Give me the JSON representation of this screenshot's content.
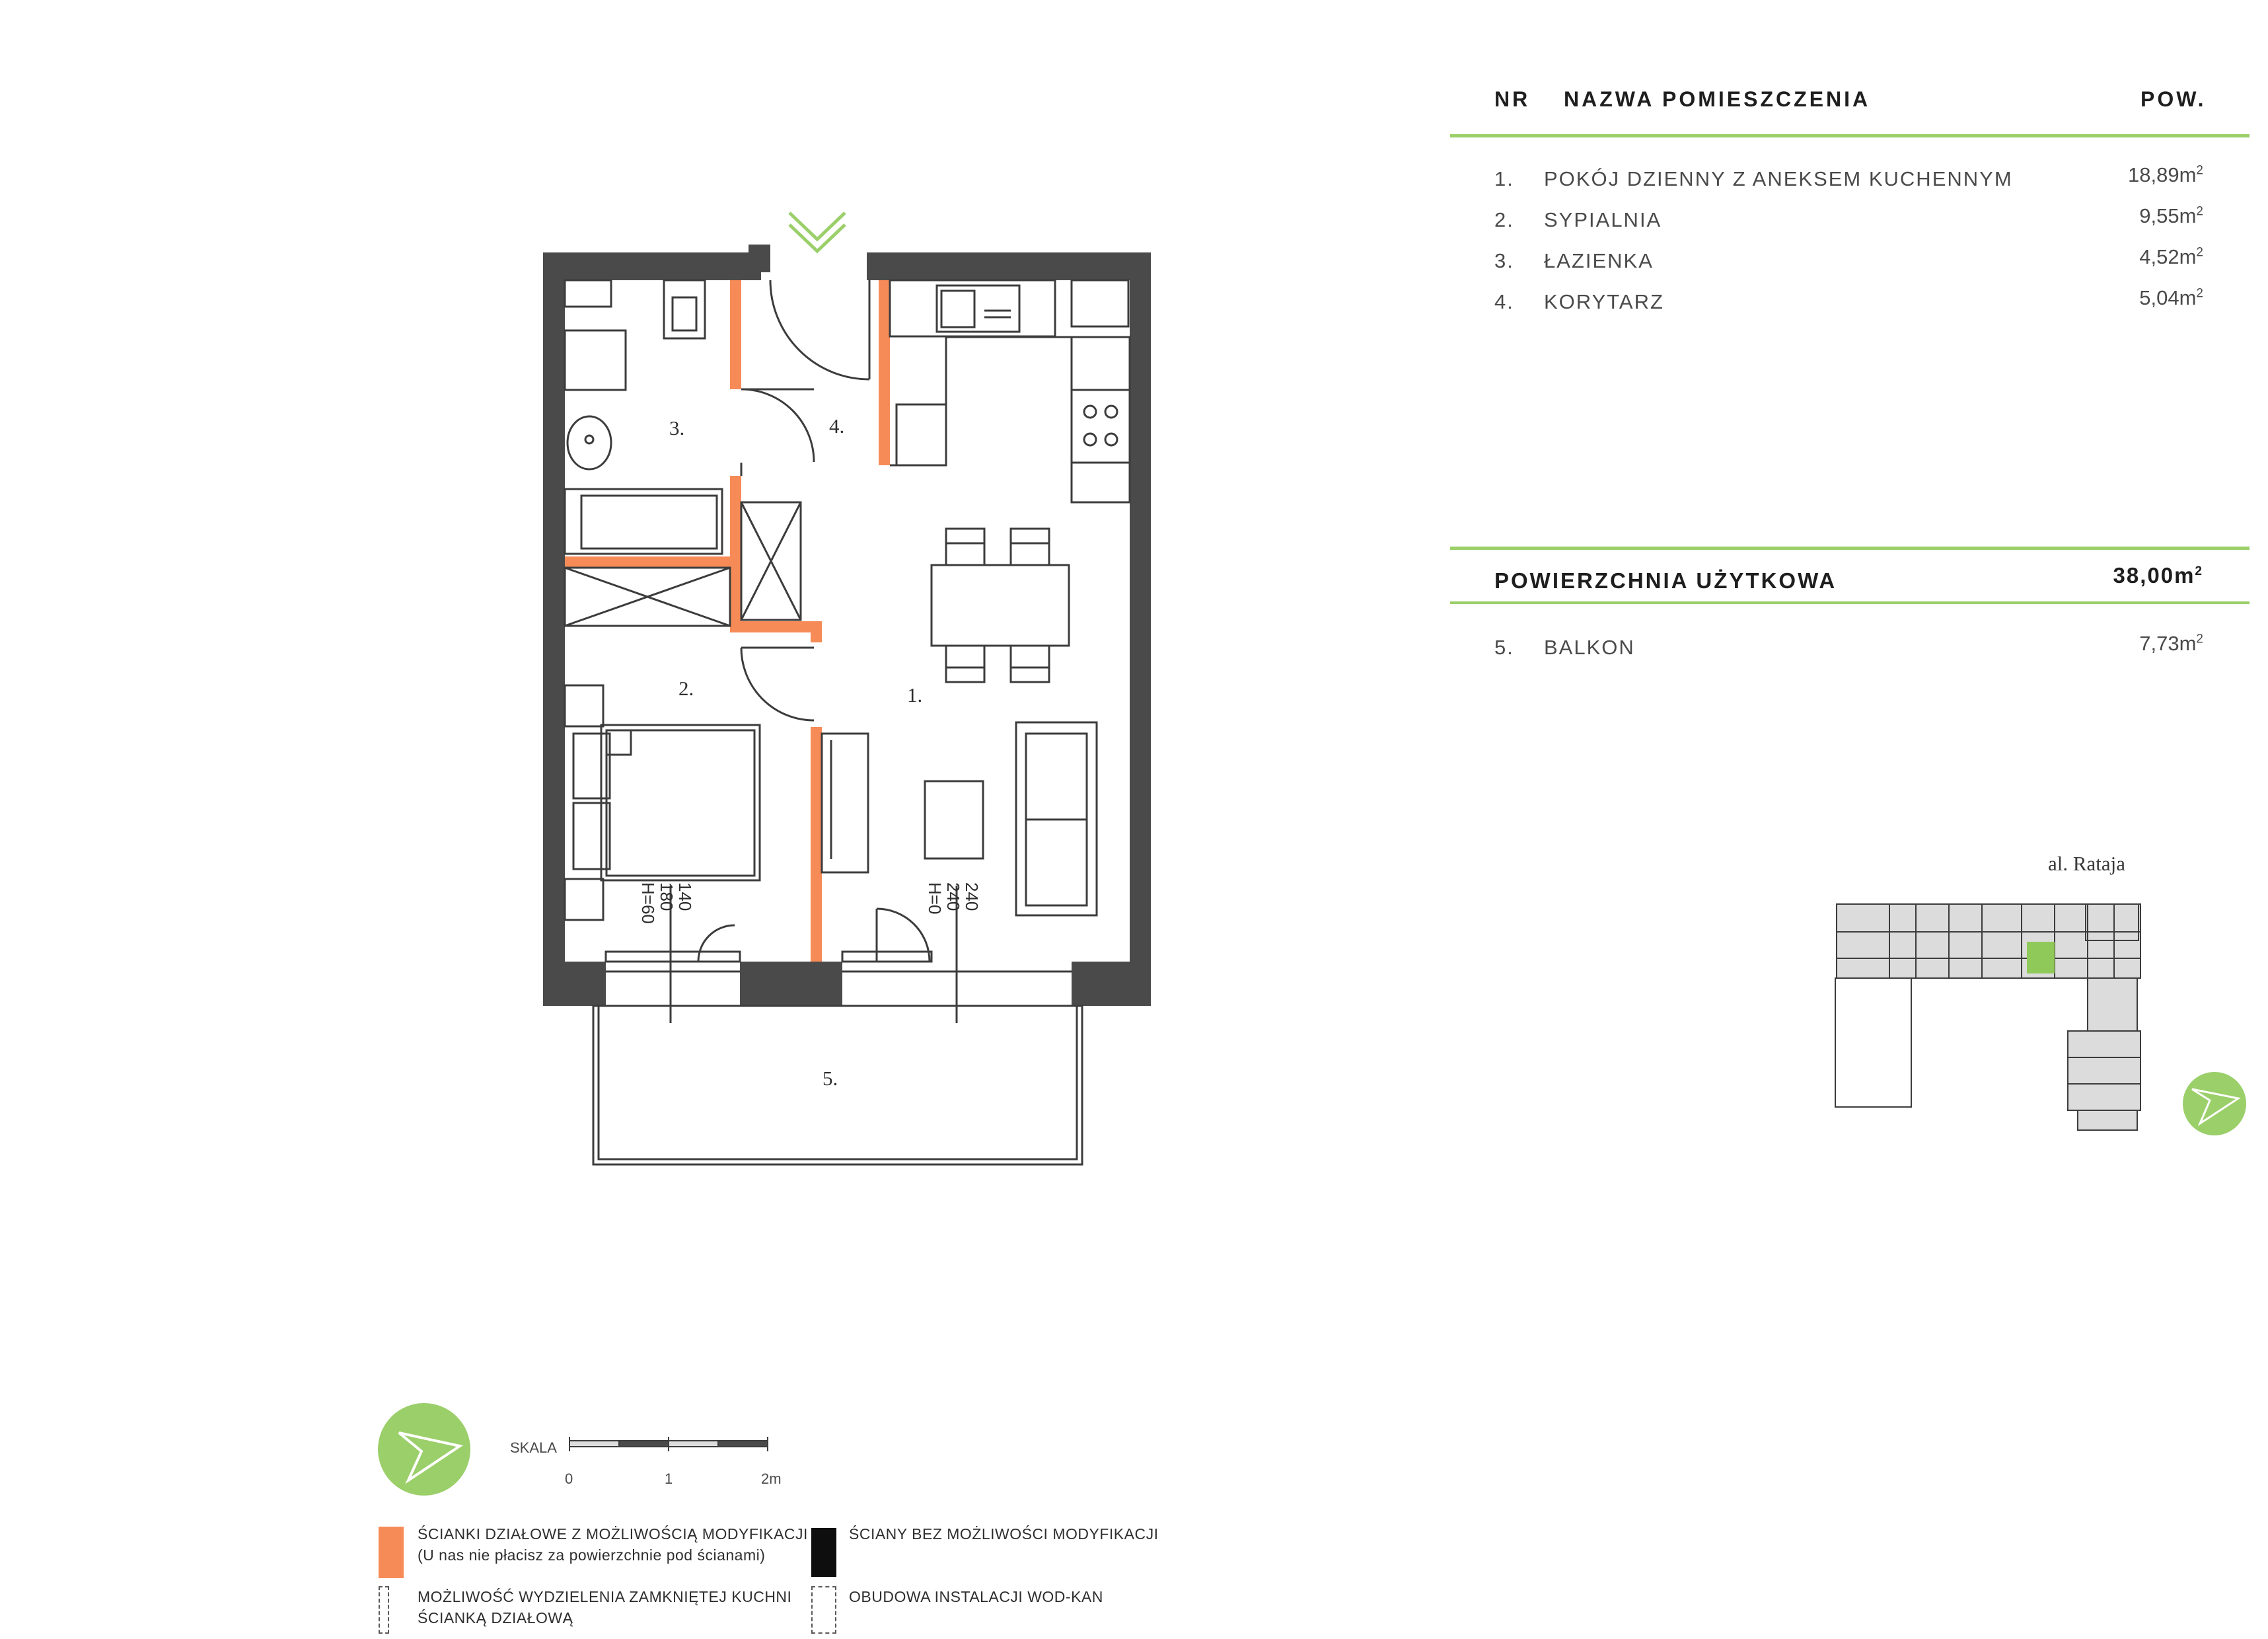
{
  "table": {
    "col_nr": "NR",
    "col_name": "NAZWA POMIESZCZENIA",
    "col_area": "POW.",
    "rooms": [
      {
        "nr": "1.",
        "name": "POKÓJ DZIENNY Z ANEKSEM KUCHENNYM",
        "area": "18,89m",
        "unit_sup": "2"
      },
      {
        "nr": "2.",
        "name": "SYPIALNIA",
        "area": "9,55m",
        "unit_sup": "2"
      },
      {
        "nr": "3.",
        "name": "ŁAZIENKA",
        "area": "4,52m",
        "unit_sup": "2"
      },
      {
        "nr": "4.",
        "name": "KORYTARZ",
        "area": "5,04m",
        "unit_sup": "2"
      }
    ],
    "total_label": "POWIERZCHNIA UŻYTKOWA",
    "total_area": "38,00m",
    "total_sup": "2",
    "extra": {
      "nr": "5.",
      "name": "BALKON",
      "area": "7,73m",
      "unit_sup": "2"
    }
  },
  "plan": {
    "room_labels": [
      "1.",
      "2.",
      "3.",
      "4.",
      "5."
    ],
    "dims_a": [
      "140",
      "180",
      "H=60"
    ],
    "dims_b": [
      "240",
      "240",
      "H=0"
    ]
  },
  "site": {
    "street": "al. Rataja"
  },
  "scale": {
    "label": "SKALA",
    "ticks": [
      "0",
      "1",
      "2m"
    ]
  },
  "legend": {
    "modifiable_walls": "ŚCIANKI DZIAŁOWE Z MOŻLIWOŚCIĄ MODYFIKACJI",
    "modifiable_walls_note": "(U nas nie płacisz za powierzchnie pod ścianami)",
    "fixed_walls": "ŚCIANY BEZ MOŻLIWOŚCI MODYFIKACJI",
    "kitchen_option_1": "MOŻLIWOŚĆ WYDZIELENIA ZAMKNIĘTEJ KUCHNI",
    "kitchen_option_2": "ŚCIANKĄ DZIAŁOWĄ",
    "plumbing": "OBUDOWA INSTALACJI WOD-KAN"
  },
  "colors": {
    "accent_green": "#9bcf6a",
    "orange_wall": "#f68b57",
    "dark_wall": "#4a4a4a",
    "highlight_unit": "#8fc95a"
  },
  "icons": [
    "entrance-chevron-icon",
    "compass-north-arrow-icon",
    "compass-north-arrow-small-icon"
  ]
}
